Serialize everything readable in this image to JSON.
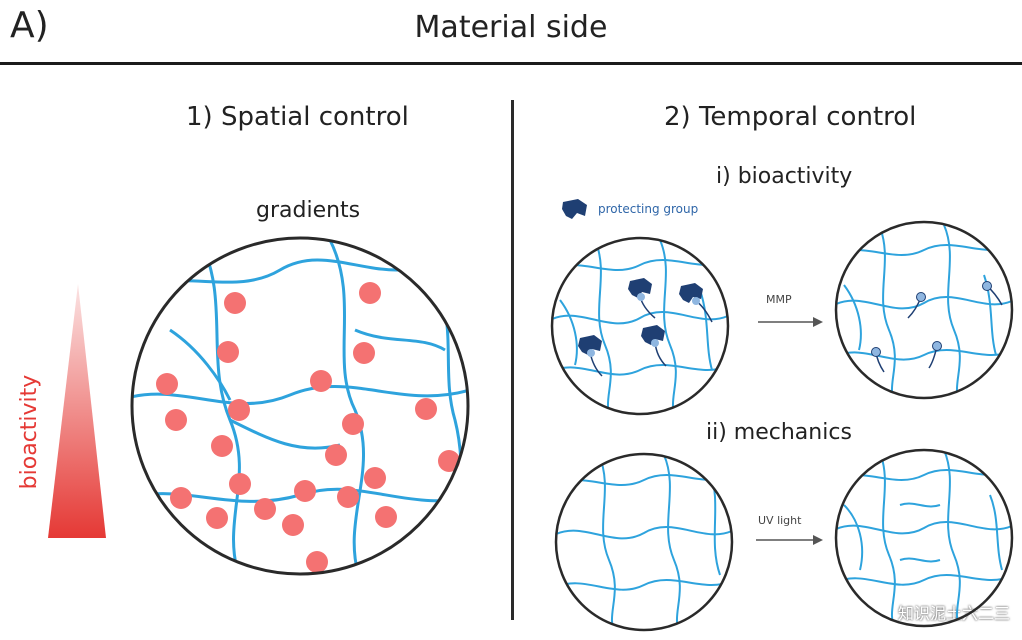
{
  "header": {
    "panel_label": "A)",
    "title": "Material side"
  },
  "left": {
    "title": "1) Spatial control",
    "subtitle": "gradients",
    "axis_label": "bioactivity"
  },
  "right": {
    "title": "2) Temporal control",
    "bioactivity_title": "i) bioactivity",
    "legend_label": "protecting group",
    "arrow1_label": "MMP",
    "mechanics_title": "ii) mechanics",
    "arrow2_label": "UV light"
  },
  "watermark": "知识泥土六二三",
  "colors": {
    "network": "#2ea3dd",
    "dots": "#f47272",
    "protecting_group": "#1f3f73",
    "gradient_top": "#fbe3e3",
    "gradient_bottom": "#e53935",
    "text": "#222222"
  }
}
